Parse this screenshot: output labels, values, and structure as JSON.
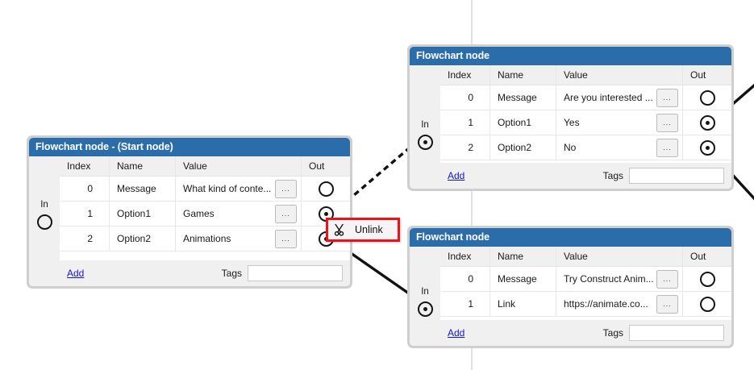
{
  "app": {
    "background": "#ffffff",
    "accent": "#2b6cab",
    "link_color": "#1414d8",
    "highlight_color": "#e8141c"
  },
  "columns": {
    "index": "Index",
    "name": "Name",
    "value": "Value",
    "out": "Out"
  },
  "labels": {
    "in": "In",
    "add": "Add",
    "tags": "Tags",
    "ellipsis": "...",
    "tags_placeholder": "",
    "tags_value": ""
  },
  "nodes": [
    {
      "id": "start-node",
      "title": "Flowchart node - (Start node)",
      "in_connected": false,
      "rows": [
        {
          "index": "0",
          "name": "Message",
          "value": "What kind of conte...",
          "out_connected": false
        },
        {
          "index": "1",
          "name": "Option1",
          "value": "Games",
          "out_connected": true
        },
        {
          "index": "2",
          "name": "Option2",
          "value": "Animations",
          "out_connected": true
        }
      ]
    },
    {
      "id": "node-yes-no",
      "title": "Flowchart node",
      "in_connected": true,
      "rows": [
        {
          "index": "0",
          "name": "Message",
          "value": "Are you interested ...",
          "out_connected": false
        },
        {
          "index": "1",
          "name": "Option1",
          "value": "Yes",
          "out_connected": true
        },
        {
          "index": "2",
          "name": "Option2",
          "value": "No",
          "out_connected": true
        }
      ]
    },
    {
      "id": "node-animate",
      "title": "Flowchart node",
      "in_connected": true,
      "rows": [
        {
          "index": "0",
          "name": "Message",
          "value": "Try Construct Anim...",
          "out_connected": false
        },
        {
          "index": "1",
          "name": "Link",
          "value": "https://animate.co...",
          "out_connected": false
        }
      ]
    }
  ],
  "context_menu": {
    "icon": "scissors-icon",
    "label": "Unlink"
  }
}
